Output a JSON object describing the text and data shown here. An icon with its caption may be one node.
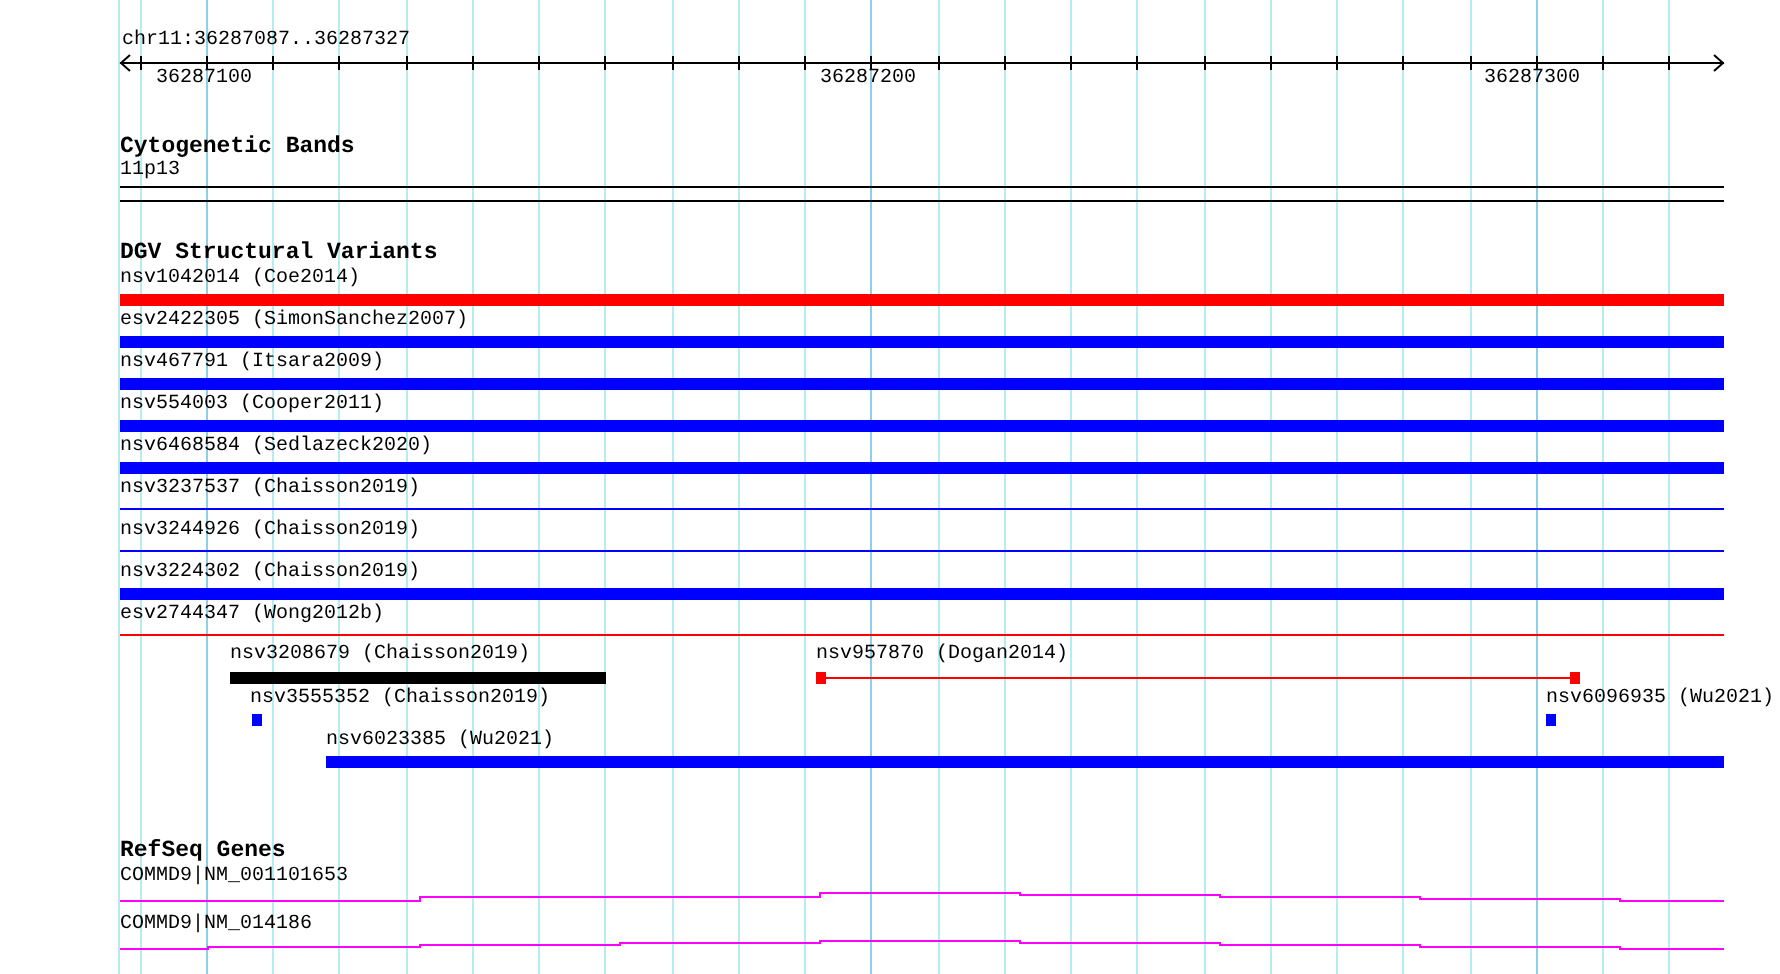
{
  "diagram": {
    "labels": [
      "chr11:36287087..36287327",
      "36287100",
      "36287200",
      "36287300",
      "Cytogenetic Bands",
      "11p13",
      "DGV Structural Variants",
      "nsv1042014 (Coe2014)",
      "esv2422305 (SimonSanchez2007)",
      "nsv467791 (Itsara2009)",
      "nsv554003 (Cooper2011)",
      "nsv6468584 (Sedlazeck2020)",
      "nsv3237537 (Chaisson2019)",
      "nsv3244926 (Chaisson2019)",
      "nsv3224302 (Chaisson2019)",
      "esv2744347 (Wong2012b)",
      "nsv3208679 (Chaisson2019)",
      "nsv957870 (Dogan2014)",
      "nsv3555352 (Chaisson2019)",
      "nsv6096935 (Wu2021)",
      "nsv6023385 (Wu2021)",
      "RefSeq Genes",
      "COMMD9|NM_001101653",
      "COMMD9|NM_014186"
    ]
  }
}
